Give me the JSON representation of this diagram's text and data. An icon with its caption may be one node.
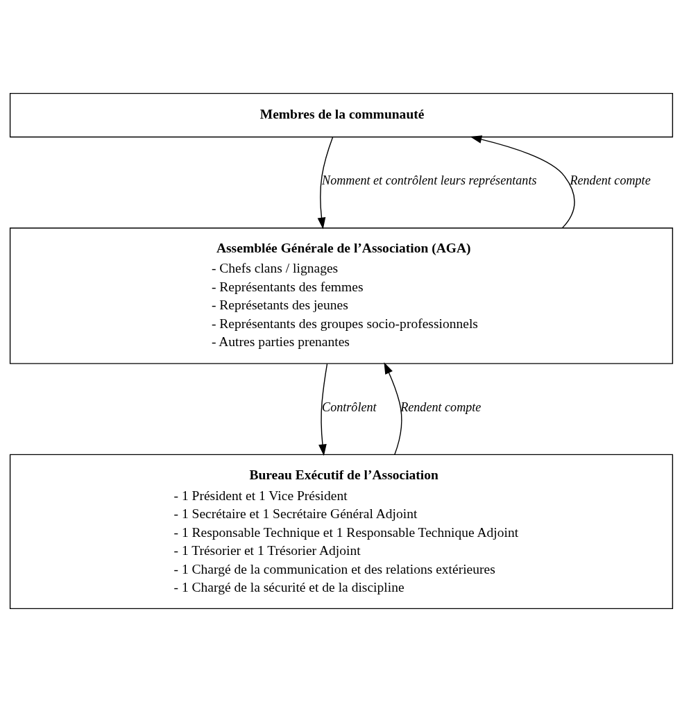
{
  "diagram": {
    "nodes": [
      {
        "text": [
          "Membres de la communauté"
        ]
      },
      {
        "text": [
          "Assemblée Générale de l’Association (AGA)",
          "- Chefs clans / lignages",
          "- Représentants des femmes",
          "- Représetants des jeunes",
          "- Représentants des groupes socio-professionnels",
          "- Autres parties prenantes"
        ]
      },
      {
        "text": [
          "Bureau Exécutif de l’Association",
          "- 1 Président et 1 Vice Président",
          "- 1 Secrétaire et 1 Secrétaire Général Adjoint",
          "- 1 Responsable Technique et 1 Responsable Technique Adjoint",
          "- 1 Trésorier et 1 Trésorier Adjoint",
          "- 1 Chargé de la communication et des relations extérieures",
          "- 1 Chargé de la sécurité et de la discipline"
        ]
      }
    ],
    "edges": [
      {
        "from": 1,
        "to": 0,
        "arrow": "to",
        "label": "Rendent compte"
      },
      {
        "from": 0,
        "to": 1,
        "arrow": "to",
        "label": "Nomment et contrôlent leurs représentants"
      },
      {
        "from": 2,
        "to": 1,
        "arrow": "to",
        "label": "Rendent compte"
      },
      {
        "from": 1,
        "to": 2,
        "arrow": "to",
        "label": "Contrôlent"
      }
    ]
  }
}
